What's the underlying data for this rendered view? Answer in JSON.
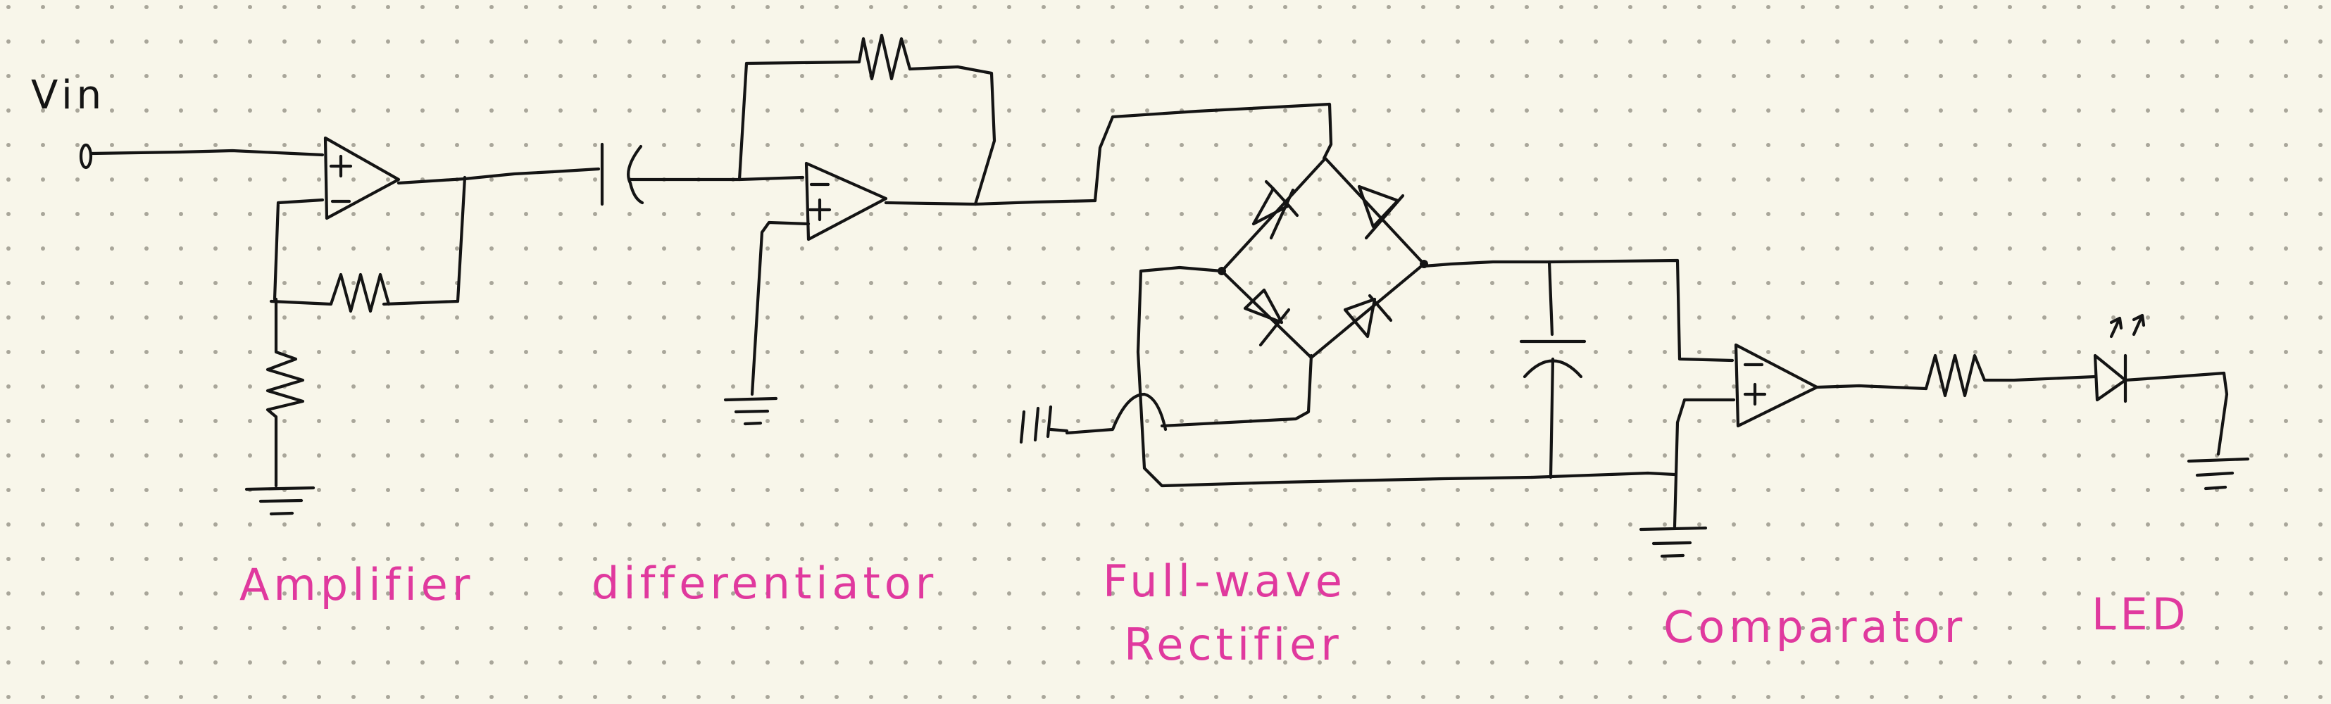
{
  "input_label": "Vin",
  "stage_labels": {
    "amplifier": "Amplifier",
    "differentiator": "differentiator",
    "rectifier_line1": "Full-wave",
    "rectifier_line2": "Rectifier",
    "comparator": "Comparator",
    "led": "LED"
  },
  "colors": {
    "background": "#f8f6ea",
    "ink": "#141414",
    "label": "#e0399e",
    "grid_dot": "#a9a69a"
  }
}
